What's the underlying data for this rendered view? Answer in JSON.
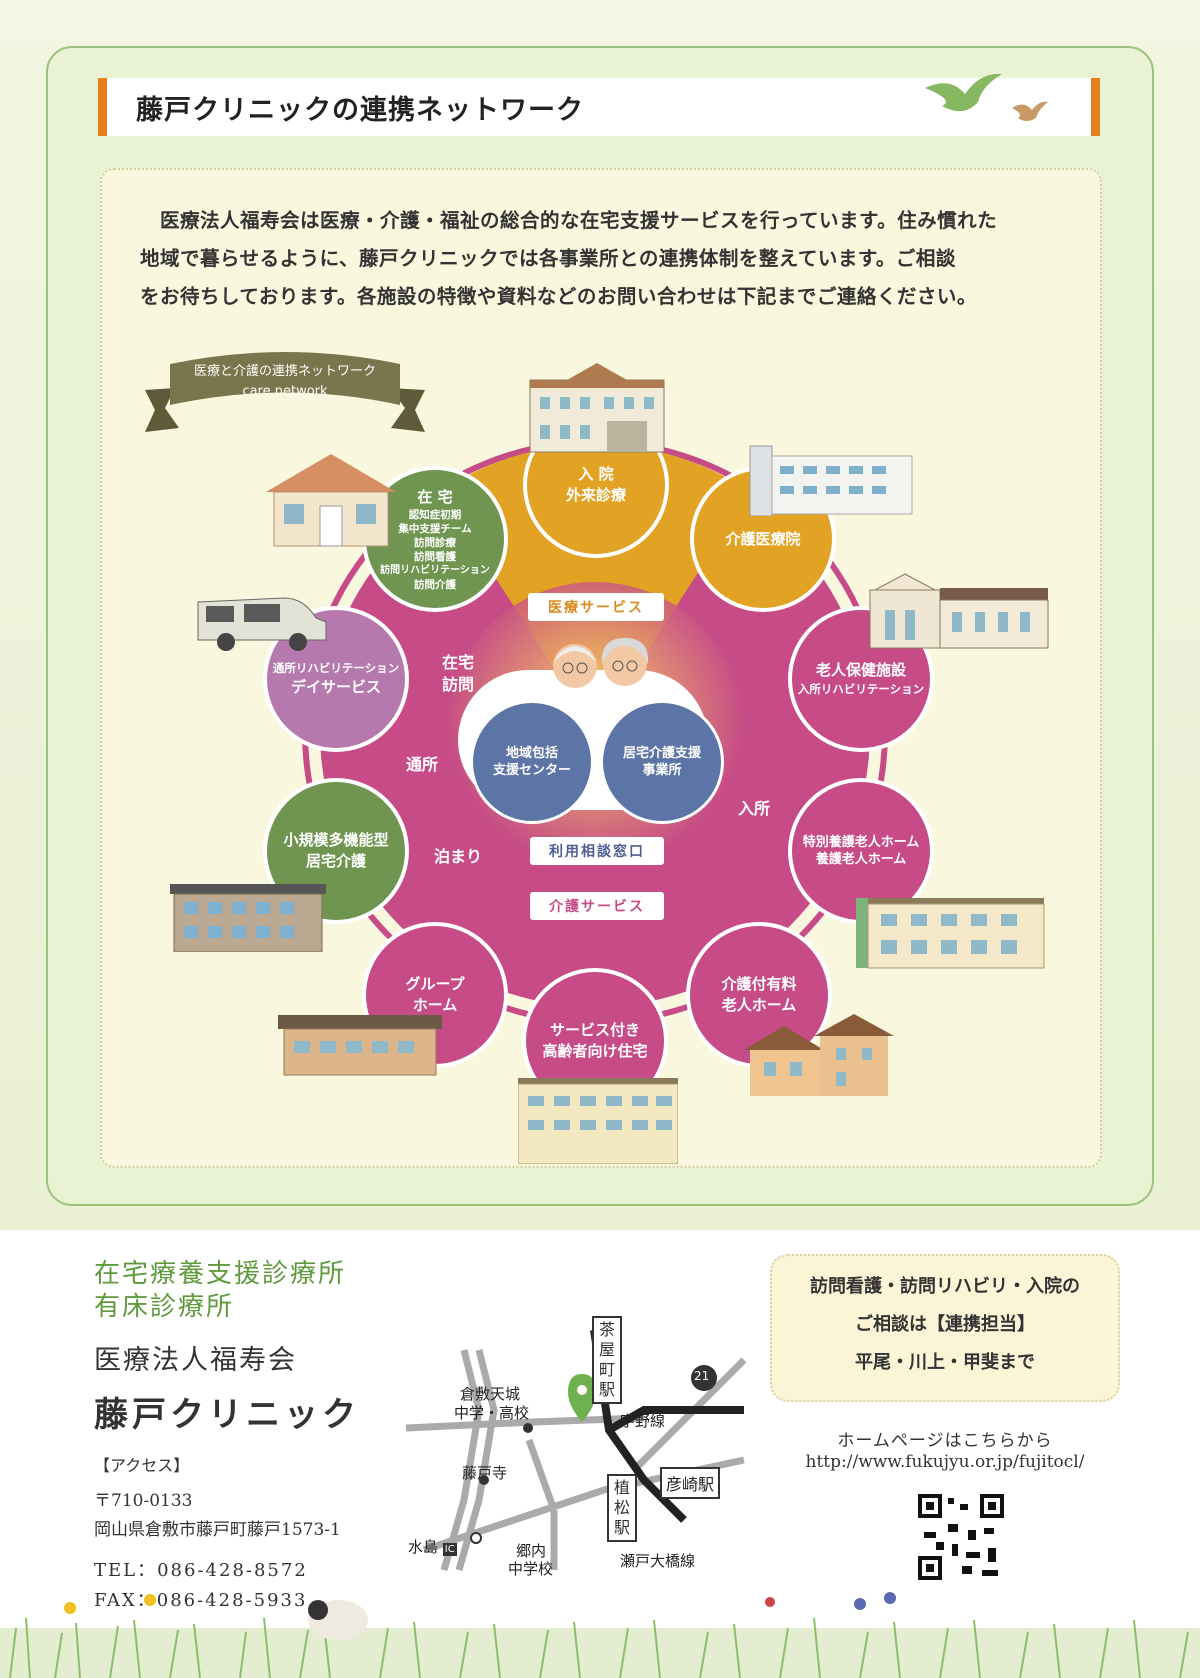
{
  "header": {
    "title": "藤戸クリニックの連携ネットワーク"
  },
  "intro": {
    "lines": [
      "医療法人福寿会は医療・介護・福祉の総合的な在宅支援サービスを行っています。住み慣れた",
      "地域で暮らせるように、藤戸クリニックでは各事業所との連携体制を整えています。ご相談",
      "をお待ちしております。各施設の特徴や資料などのお問い合わせは下記までご連絡ください。"
    ]
  },
  "banner": {
    "title": "医療と介護の連携ネットワーク",
    "subtitle": "care network"
  },
  "network": {
    "nodes": {
      "inpatient": {
        "line1": "入 院",
        "line2": "外来診療"
      },
      "kaigo_iryoin": {
        "line1": "介護医療院"
      },
      "roken": {
        "line1": "老人保健施設",
        "line2": "入所リハビリテーション"
      },
      "tokuyo": {
        "line1": "特別養護老人ホーム",
        "line2": "養護老人ホーム"
      },
      "yuryo": {
        "line1": "介護付有料",
        "line2": "老人ホーム"
      },
      "sakoju": {
        "line1": "サービス付き",
        "line2": "高齢者向け住宅"
      },
      "group": {
        "line1": "グループ",
        "line2": "ホーム"
      },
      "shokibo": {
        "line1": "小規模多機能型",
        "line2": "居宅介護"
      },
      "tsusho": {
        "line1": "通所リハビリテーション",
        "line2": "デイサービス"
      },
      "zaitaku": {
        "title": "在 宅",
        "l1": "認知症初期",
        "l2": "集中支援チーム",
        "l3": "訪問診療",
        "l4": "訪問看護",
        "l5": "訪問リハビリテーション",
        "l6": "訪問介護"
      },
      "chiiki": {
        "line1": "地域包括",
        "line2": "支援センター"
      },
      "kyotaku": {
        "line1": "居宅介護支援",
        "line2": "事業所"
      }
    },
    "labels": {
      "iryo_service": "医療サービス",
      "kaigo_service": "介護サービス",
      "madoguchi": "利用相談窓口",
      "zaitaku_houmon_1": "在宅",
      "zaitaku_houmon_2": "訪問",
      "tsusho": "通所",
      "tomari": "泊まり",
      "nyusho": "入所"
    }
  },
  "footer": {
    "types": [
      "在宅療養支援診療所",
      "有床診療所"
    ],
    "corp": "医療法人福寿会",
    "clinic": "藤戸クリニック",
    "access_label": "【アクセス】",
    "postal": "〒710-0133",
    "address": "岡山県倉敷市藤戸町藤戸1573-1",
    "tel": "TEL：086-428-8572",
    "fax": "FAX：086-428-5933"
  },
  "contact": {
    "line1": "訪問看護・訪問リハビリ・入院の",
    "line2": "ご相談は【連携担当】",
    "line3": "平尾・川上・甲斐まで"
  },
  "homepage": {
    "label": "ホームページはこちらから",
    "url": "http://www.fukujyu.or.jp/fujitocl/"
  },
  "map": {
    "chayamachi": "茶屋町駅",
    "route21": "21",
    "kurashiki_1": "倉敷天城",
    "kurashiki_2": "中学・高校",
    "uno": "宇野線",
    "fujitodera": "藤戸寺",
    "hikosaki": "彦崎駅",
    "uematsu": "植松駅",
    "mizushima": "水島",
    "ic": "IC",
    "gonai_1": "郷内",
    "gonai_2": "中学校",
    "seto": "瀬戸大橋線"
  },
  "colors": {
    "accent_orange": "#e67f1e",
    "green": "#6f9550",
    "pink": "#c64b86",
    "gold": "#e2a224",
    "blue": "#5d74a7"
  }
}
